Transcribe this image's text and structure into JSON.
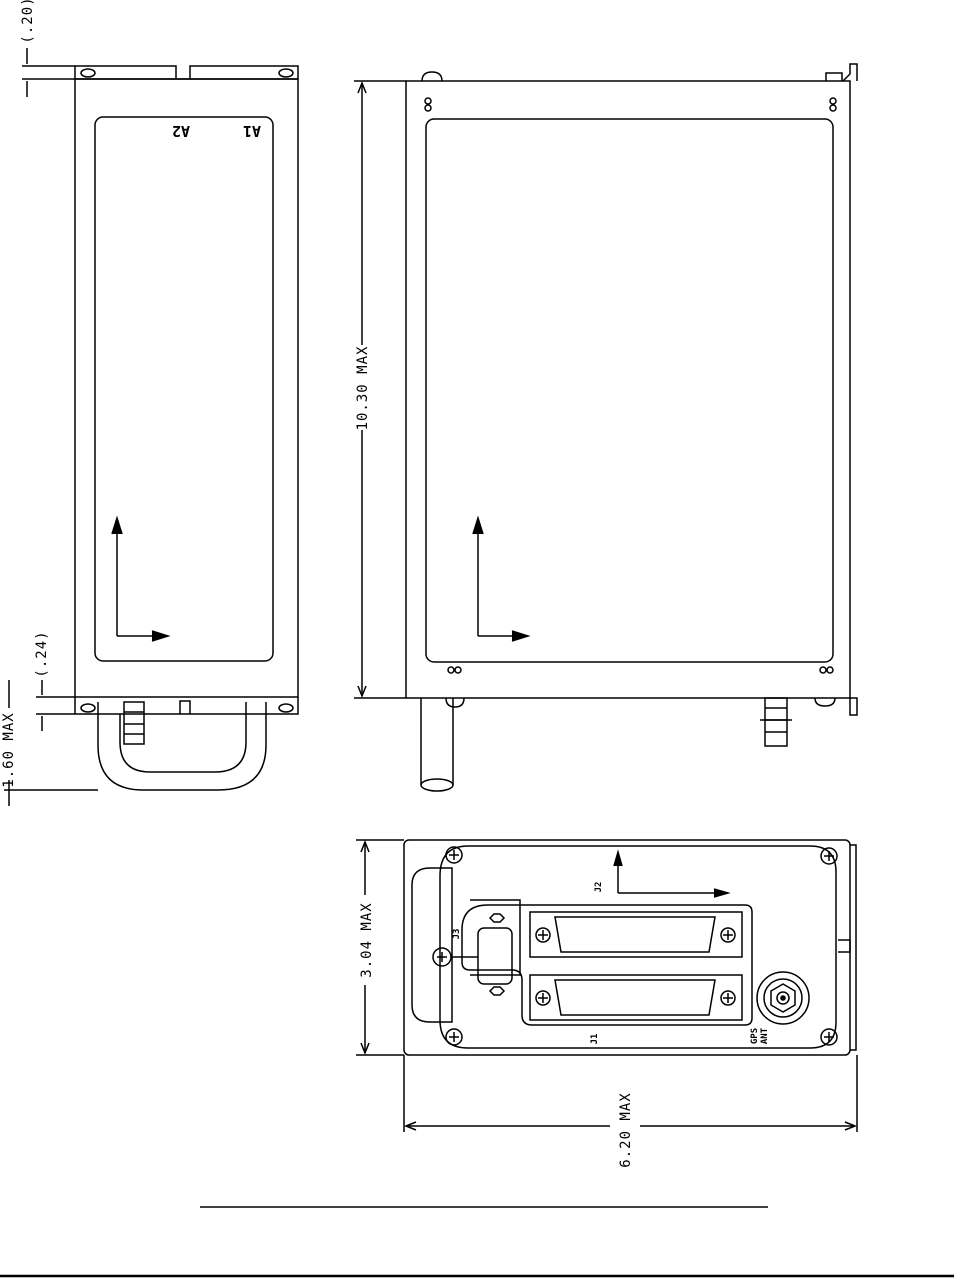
{
  "colors": {
    "ink": "#000000",
    "paper": "#ffffff"
  },
  "dimensions": {
    "top_offset": "(.20)",
    "bottom_offset": "(.24)",
    "width_side": "1.60 MAX",
    "length": "10.30 MAX",
    "height": "3.04 MAX",
    "width": "6.20 MAX"
  },
  "side_view": {
    "label_a1": "A1",
    "label_a2": "A2"
  },
  "rear_panel": {
    "j1": "J1",
    "j2": "J2",
    "j3": "J3",
    "gps_line1": "GPS",
    "gps_line2": "ANT"
  }
}
